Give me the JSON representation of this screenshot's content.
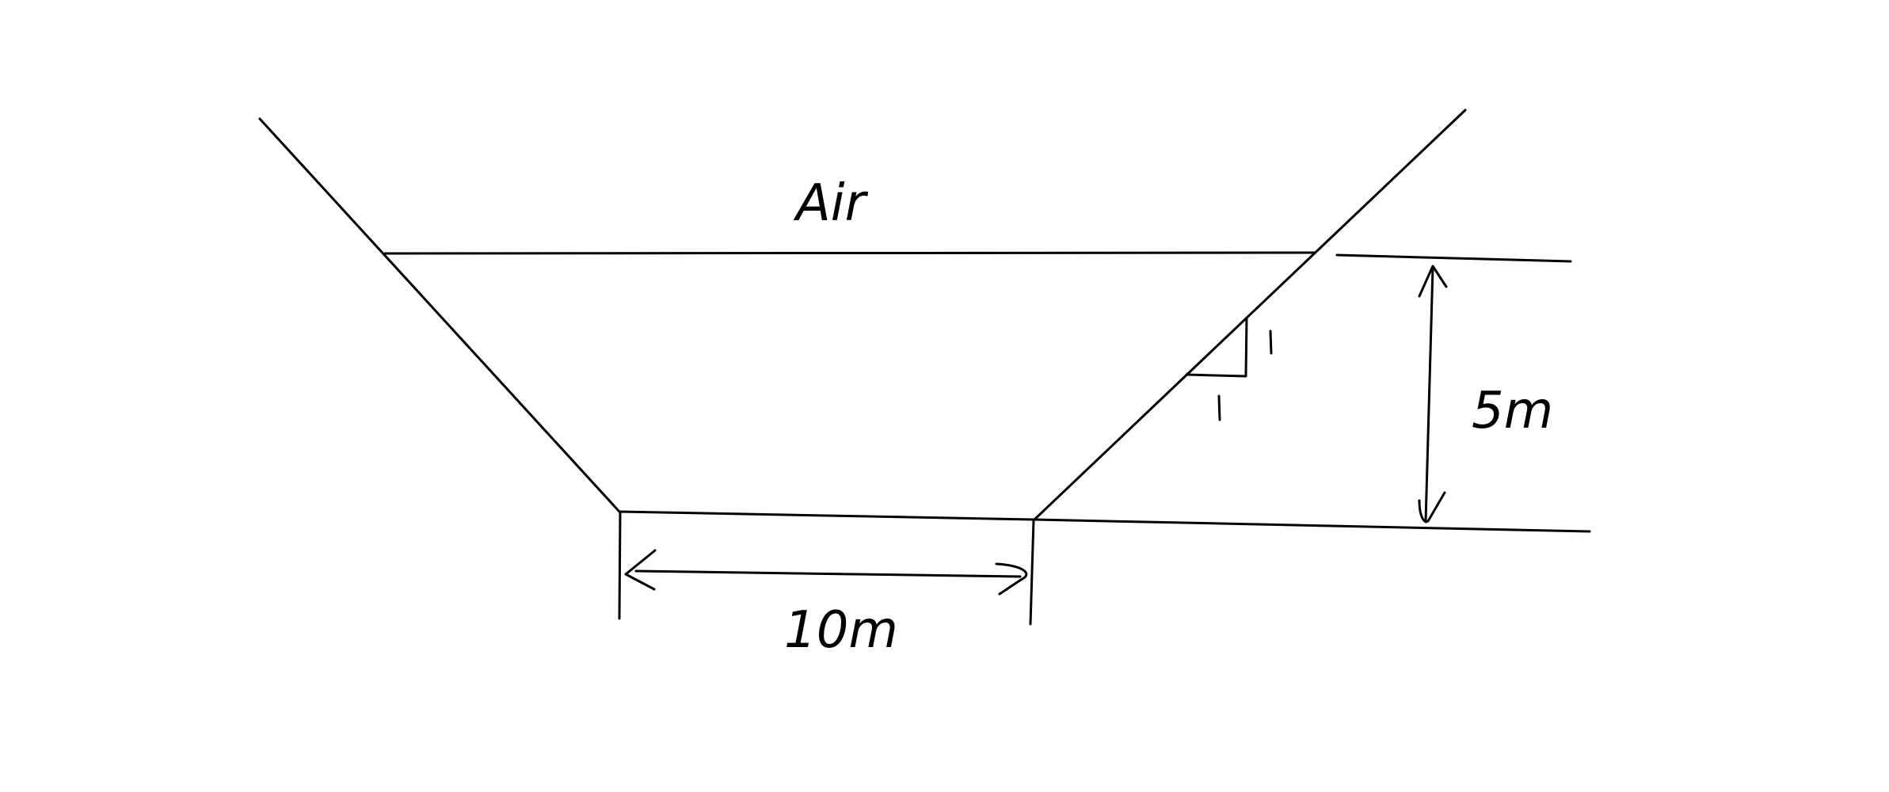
{
  "labels": {
    "medium": "Air",
    "depth": "5m",
    "bottom_width": "10m",
    "slope_rise": "1",
    "slope_run": "1"
  },
  "colors": {
    "background": "#ffffff",
    "ink": "#000000"
  }
}
